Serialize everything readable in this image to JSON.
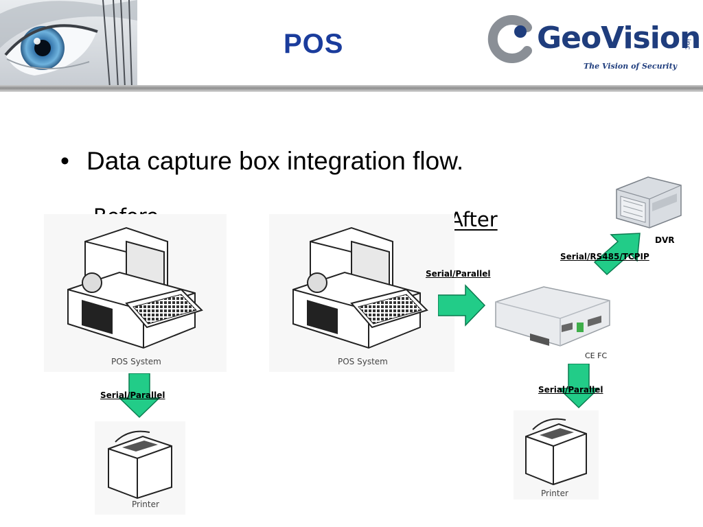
{
  "slide": {
    "title": "POS",
    "bullet": "Data capture box integration flow.",
    "logo": {
      "text": "GeoVision",
      "suffix": "inc",
      "tagline": "The Vision of Security"
    }
  },
  "before": {
    "heading": "Before",
    "pos_label": "POS System",
    "connection": "Serial/Parallel",
    "printer_label": "Printer"
  },
  "after": {
    "heading": "After",
    "pos_label": "POS System",
    "input_connection": "Serial/Parallel",
    "dvr_label": "DVR",
    "dvr_connection": "Serial/RS485/TCPIP",
    "certification": "CE FC",
    "output_connection": "Serial/Parallel",
    "printer_label": "Printer"
  },
  "colors": {
    "title": "#1a3c9c",
    "arrow_fill": "#22cc88",
    "logo": "#1f3d7d"
  }
}
